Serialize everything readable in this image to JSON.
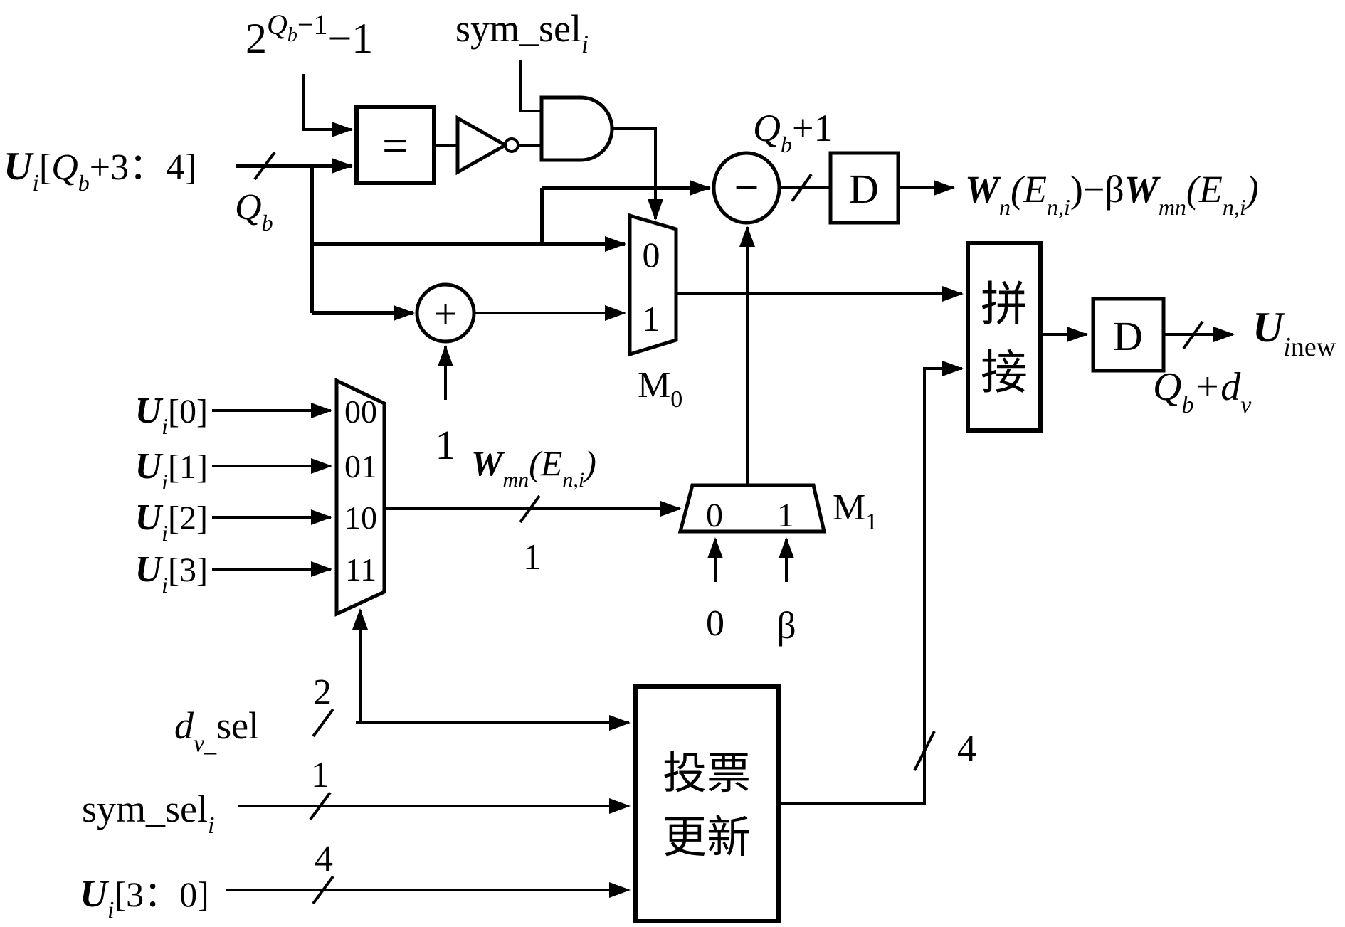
{
  "colors": {
    "ink": "#000000",
    "background": "#ffffff"
  },
  "labels": {
    "pow": {
      "base": "2",
      "exp_q": "Q",
      "exp_qsub": "b",
      "exp_tail": "−1",
      "tail": "−1"
    },
    "sym_top": {
      "t": "sym_sel",
      "s": "i"
    },
    "ui_high": {
      "u": "U",
      "s": "i",
      "open": "[",
      "q": "Q",
      "qs": "b",
      "close": "+3：4]"
    },
    "qb_bus": {
      "q": "Q",
      "s": "b"
    },
    "eq": "=",
    "qb1": {
      "q": "Q",
      "s": "b",
      "t": "+1"
    },
    "minus": "−",
    "plus": "+",
    "adder_one": "1",
    "d1": "D",
    "d2": "D",
    "wn_out": {
      "w1": "W",
      "s1": "n",
      "p1": "(E",
      "s2": "n,i",
      "p2": ")−β",
      "w2": "W",
      "s3": "mn",
      "p3": "(E",
      "s4": "n,i",
      "p4": ")"
    },
    "m0": {
      "i0": "0",
      "i1": "1",
      "m": "M",
      "s": "0"
    },
    "mux4": {
      "i00": "00",
      "i01": "01",
      "i10": "10",
      "i11": "11"
    },
    "ui0": {
      "u": "U",
      "s": "i",
      "b": "[0]"
    },
    "ui1": {
      "u": "U",
      "s": "i",
      "b": "[1]"
    },
    "ui2": {
      "u": "U",
      "s": "i",
      "b": "[2]"
    },
    "ui3": {
      "u": "U",
      "s": "i",
      "b": "[3]"
    },
    "wmn": {
      "w": "W",
      "s": "mn",
      "p1": "(E",
      "s2": "n,i",
      "p2": ")"
    },
    "wmn_w": "1",
    "m1": {
      "i0": "0",
      "i1": "1",
      "m": "M",
      "s": "1",
      "c0": "0",
      "cb": "β"
    },
    "concat": {
      "l1": "拼",
      "l2": "接"
    },
    "vote": {
      "l1": "投票",
      "l2": "更新"
    },
    "bus4": "4",
    "dv": {
      "d": "d",
      "s": "v_",
      "t": "sel",
      "w": "2"
    },
    "sym_bot": {
      "t": "sym_sel",
      "s": "i",
      "w": "1"
    },
    "ui_low": {
      "u": "U",
      "s": "i",
      "b": "[3：0]",
      "w": "4"
    },
    "uinew": {
      "u": "U",
      "si": "i",
      "st": "new"
    },
    "qbdv": {
      "q": "Q",
      "qs": "b",
      "p": "+d",
      "ps": "v"
    }
  }
}
